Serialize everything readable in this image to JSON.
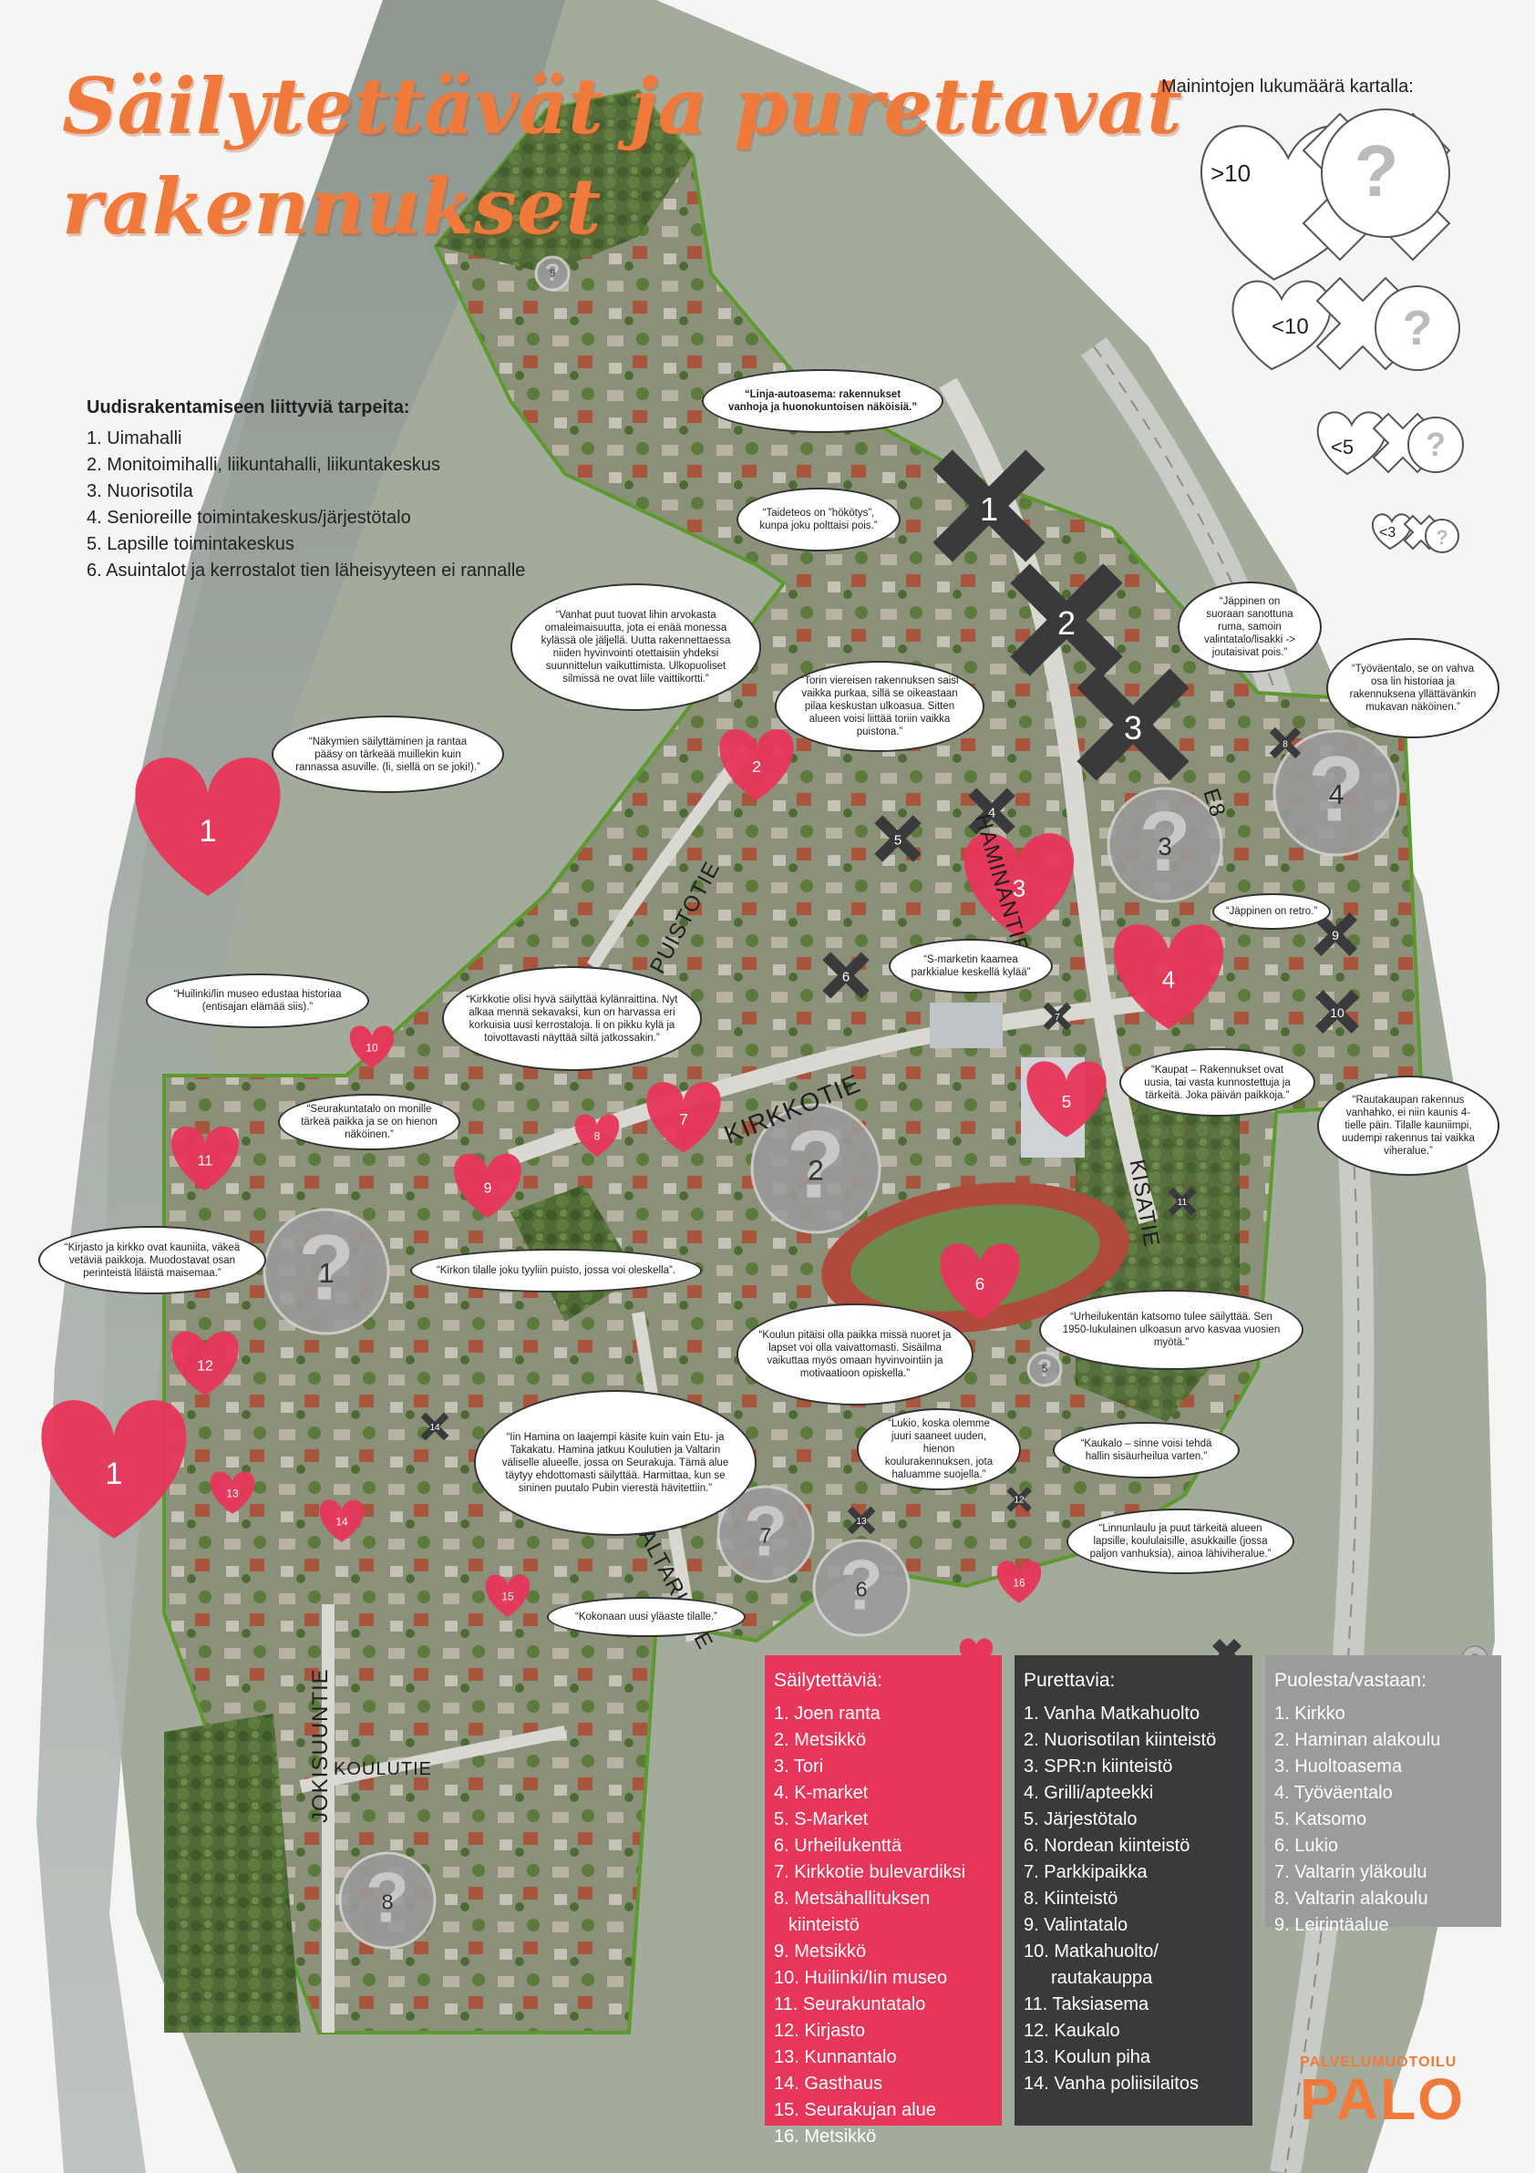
{
  "title": {
    "line1": "Säilytettävät ja purettavat",
    "line2": "rakennukset"
  },
  "needs": {
    "heading": "Uudisrakentamiseen liittyviä tarpeita:",
    "items": [
      "1.  Uimahalli",
      "2. Monitoimihalli, liikuntahalli, liikuntakeskus",
      "3. Nuorisotila",
      "4. Senioreille toimintakeskus/järjestötalo",
      "5. Lapsille toimintakeskus",
      "6. Asuintalot ja kerrostalot tien läheisyyteen ei rannalle"
    ]
  },
  "legend": {
    "title": "Mainintojen lukumäärä kartalla:",
    "levels": [
      ">10",
      "<10",
      "<5",
      "<3"
    ]
  },
  "streets": {
    "haminantie": "HAMINANTIE",
    "e8": "E8",
    "puistotie": "PUISTOTIE",
    "kirkkotie": "KIRKKOTIE",
    "kisatie": "KISATIE",
    "valtarintie": "VALTARINTIE",
    "jokisuuntie": "JOKISUUNTIE",
    "koulutie": "KOULUTIE"
  },
  "comments": {
    "linja_autoasema": "“Linja-autoasema: rakennukset vanhoja ja huonokuntoisen näköisiä.”",
    "taideteos": "“Taideteos on ”hökötys”, kunpa joku polttaisi pois.”",
    "vanhat_puut": "“Vanhat puut tuovat lihin arvokasta omaleimaisuutta, jota ei enää monessa kylässä ole jäljellä. Uutta rakennettaessa niiden hyvinvointi otettaisiin yhdeksi suunnittelun vaikuttimista. Ulkopuoliset silmissä ne ovat liile vaittikortti.”",
    "torin_vieressa": "“Torin viereisen rakennuksen saisi vaikka purkaa, sillä se oikeastaan pilaa keskustan ulkoasua.  Sitten alueen voisi liittää toriin vaikka puistona.”",
    "japinen_ruma": "“Jäppinen on suoraan sanottuna ruma, samoin valintatalo/lisakki -> joutaisivat pois.”",
    "tyovaentalo": "“Työväentalo, se on vahva osa lin historiaa ja rakennuksena yllättävänkin mukavan näköinen.”",
    "nakymien": "“Näkymien säilyttäminen ja rantaa pääsy on tärkeää muillekin kuin rannassa asuville. (li, siellä on se joki!).”",
    "japinen_retro": "“Jäppinen on retro.”",
    "s_market": "“S-marketin kaamea parkkialue keskellä kylää”",
    "huilinki": "“Huilinki/lin museo edustaa historiaa (entisajan elämää siis).”",
    "kirkkotie": "“Kirkkotie olisi hyvä säilyttää kylänraittina. Nyt alkaa mennä sekavaksi, kun on harvassa eri korkuisia uusi kerrostaloja. li on pikku kylä ja toivottavasti näyttää siltä jatkossakin.”",
    "kaupat": "“Kaupat – Rakennukset ovat uusia, tai vasta kunnostettuja ja tärkeitä. Joka päivän paikkoja.”",
    "rautakaupan": "“Rautakaupan rakennus vanhahko, ei niin kaunis 4-tielle päin. Tilalle kauniimpi, uudempi rakennus tai vaikka viheralue.”",
    "seurakuntatalo": "“Seurakuntatalo on monille tärkeä paikka ja se on hienon näköinen.”",
    "kirjasto": "“Kirjasto ja kirkko ovat kauniita, väkeä vetäviä paikkoja. Muodostavat osan perinteistä liläistä maisemaa.”",
    "kirkon_tilalle": "“Kirkon tilalle joku tyyliin puisto, jossa voi oleskella”.",
    "koulun_pitaisi": "“Koulun pitäisi olla paikka missä nuoret ja lapset voi olla vaivattomasti. Sisäilma vaikuttaa myös omaan hyvinvointiin ja motivaatioon opiskella.”",
    "urheilukentan": "“Urheilukentän katsomo tulee säilyttää. Sen 1950-lukulainen ulkoasun arvo kasvaa vuosien myötä.”",
    "lukio": "“Lukio, koska olemme juuri saaneet uuden, hienon koulurakennuksen, jota haluamme suojella.”",
    "kaukalo": "“Kaukalo – sinne voisi tehdä hallin sisäurheilua varten.”",
    "iin_hamina": "“Iin Hamina on laajempi käsite kuin vain Etu- ja Takakatu. Hamina jatkuu Koulutien ja Valtarin väliselle alueelle, jossa on Seurakuja. Tämä alue täytyy ehdottomasti säilyttää. Harmittaa, kun se sininen puutalo Pubin vierestä hävitettiin.”",
    "linnunlaulu": "“Linnunlaulu ja puut tärkeitä alueen lapsille, koululaisille, asukkaille (jossa paljon vanhuksia), ainoa lähiviheralue.”",
    "kokonaan_uusi": "“Kokonaan uusi yläaste tilalle.”"
  },
  "markers": {
    "hearts": [
      "1",
      "1",
      "2",
      "3",
      "4",
      "5",
      "6",
      "7",
      "8",
      "9",
      "10",
      "11",
      "12",
      "13",
      "14",
      "15",
      "16"
    ],
    "crosses": [
      "1",
      "2",
      "3",
      "4",
      "5",
      "6",
      "7",
      "8",
      "9",
      "10",
      "11",
      "12",
      "13",
      "14"
    ],
    "questions": [
      "1",
      "2",
      "3",
      "4",
      "5",
      "6",
      "7",
      "8",
      "9"
    ]
  },
  "panels": {
    "keep": {
      "heading": "Säilytettäviä:",
      "items": [
        "1. Joen ranta",
        "2. Metsikkö",
        "3. Tori",
        "4. K-market",
        "5. S-Market",
        "6. Urheilukenttä",
        "7. Kirkkotie bulevardiksi",
        "8. Metsähallituksen",
        "kiinteistö",
        "9. Metsikkö",
        "10. Huilinki/Iin museo",
        "11. Seurakuntatalo",
        "12. Kirjasto",
        "13. Kunnantalo",
        "14. Gasthaus",
        "15. Seurakujan alue",
        "16. Metsikkö"
      ]
    },
    "demolish": {
      "heading": "Purettavia:",
      "items": [
        "1.  Vanha Matkahuolto",
        "2. Nuorisotilan kiinteistö",
        "3. SPR:n kiinteistö",
        "4. Grilli/apteekki",
        "5. Järjestötalo",
        "6. Nordean kiinteistö",
        "7. Parkkipaikka",
        "8. Kiinteistö",
        "9. Valintatalo",
        "10. Matkahuolto/",
        "rautakauppa",
        "11. Taksiasema",
        "12. Kaukalo",
        "13. Koulun piha",
        "14. Vanha poliisilaitos"
      ]
    },
    "procon": {
      "heading": "Puolesta/vastaan:",
      "items": [
        "1.  Kirkko",
        "2. Haminan alakoulu",
        "3. Huoltoasema",
        "4. Työväentalo",
        "5. Katsomo",
        "6. Lukio",
        "7. Valtarin yläkoulu",
        "8. Valtarin alakoulu",
        "9. Leirintäalue"
      ]
    }
  },
  "brand": {
    "small": "PALVELUMUOTOILU",
    "big": "PALO"
  },
  "colors": {
    "heart": "#e8355a",
    "cross": "#3a3a3c",
    "question": "#9b9b9b",
    "title": "#f07a3b",
    "area_outline": "#4a8a2a"
  }
}
